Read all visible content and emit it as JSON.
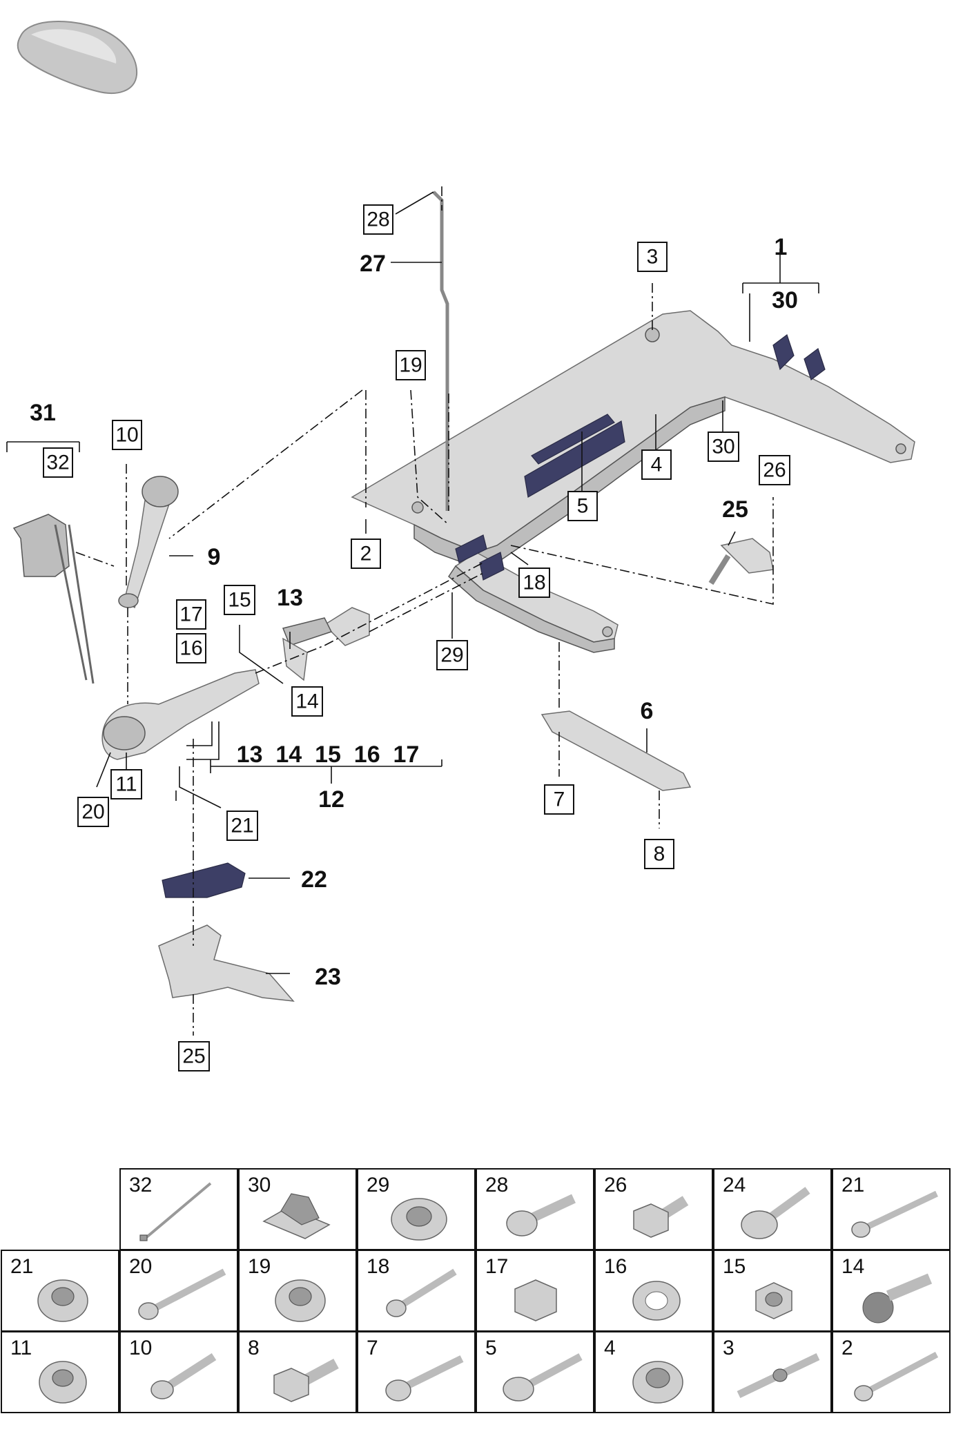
{
  "callouts": [
    {
      "id": "c28",
      "text": "28",
      "boxed": true
    },
    {
      "id": "c27",
      "text": "27",
      "boxed": false
    },
    {
      "id": "c3",
      "text": "3",
      "boxed": true
    },
    {
      "id": "c1",
      "text": "1",
      "boxed": false
    },
    {
      "id": "c30a",
      "text": "30",
      "boxed": false
    },
    {
      "id": "c19",
      "text": "19",
      "boxed": true
    },
    {
      "id": "c31",
      "text": "31",
      "boxed": false
    },
    {
      "id": "c32",
      "text": "32",
      "boxed": true
    },
    {
      "id": "c10",
      "text": "10",
      "boxed": true
    },
    {
      "id": "c9",
      "text": "9",
      "boxed": false
    },
    {
      "id": "c4",
      "text": "4",
      "boxed": true
    },
    {
      "id": "c30b",
      "text": "30",
      "boxed": true
    },
    {
      "id": "c26",
      "text": "26",
      "boxed": true
    },
    {
      "id": "c5",
      "text": "5",
      "boxed": true
    },
    {
      "id": "c25a",
      "text": "25",
      "boxed": false
    },
    {
      "id": "c2",
      "text": "2",
      "boxed": true
    },
    {
      "id": "c18",
      "text": "18",
      "boxed": true
    },
    {
      "id": "c17",
      "text": "17",
      "boxed": true
    },
    {
      "id": "c15",
      "text": "15",
      "boxed": true
    },
    {
      "id": "c13",
      "text": "13",
      "boxed": false
    },
    {
      "id": "c16",
      "text": "16",
      "boxed": true
    },
    {
      "id": "c29",
      "text": "29",
      "boxed": true
    },
    {
      "id": "c14",
      "text": "14",
      "boxed": true
    },
    {
      "id": "c6",
      "text": "6",
      "boxed": false
    },
    {
      "id": "c12g",
      "text": "13  14  15  16  17",
      "boxed": false
    },
    {
      "id": "c12",
      "text": "12",
      "boxed": false
    },
    {
      "id": "c11",
      "text": "11",
      "boxed": true
    },
    {
      "id": "c20",
      "text": "20",
      "boxed": true
    },
    {
      "id": "c7",
      "text": "7",
      "boxed": true
    },
    {
      "id": "c21",
      "text": "21",
      "boxed": true
    },
    {
      "id": "c8",
      "text": "8",
      "boxed": true
    },
    {
      "id": "c22",
      "text": "22",
      "boxed": false
    },
    {
      "id": "c23",
      "text": "23",
      "boxed": false
    },
    {
      "id": "c25b",
      "text": "25",
      "boxed": true
    }
  ],
  "legend": {
    "row1": [
      "32",
      "30",
      "29",
      "28",
      "26",
      "24",
      "21"
    ],
    "row2": [
      "21",
      "20",
      "19",
      "18",
      "17",
      "16",
      "15",
      "14"
    ],
    "row3": [
      "11",
      "10",
      "8",
      "7",
      "5",
      "4",
      "3",
      "2"
    ]
  }
}
